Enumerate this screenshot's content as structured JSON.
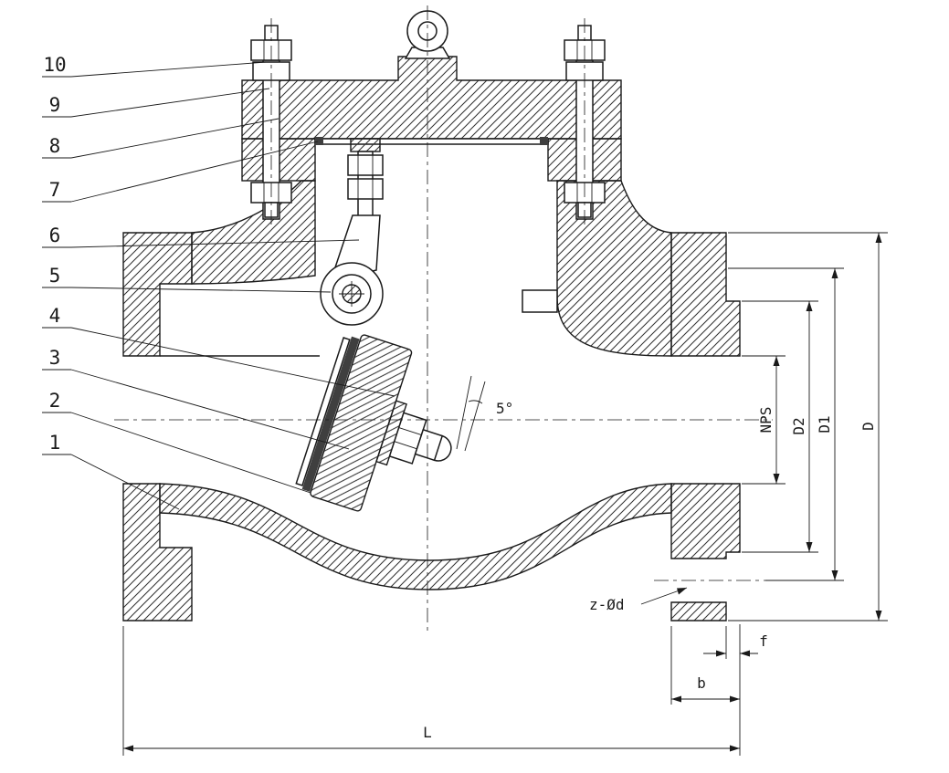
{
  "drawing": {
    "type": "engineering-section",
    "subject": "swing check valve cross-section",
    "callouts": [
      "10",
      "9",
      "8",
      "7",
      "6",
      "5",
      "4",
      "3",
      "2",
      "1"
    ],
    "dims": {
      "nps": "NPS",
      "d2": "D2",
      "d1": "D1",
      "d": "D",
      "l": "L",
      "b": "b",
      "f": "f"
    },
    "annotations": {
      "bolt_holes": "z-Ød",
      "disc_angle": "5°"
    },
    "colors": {
      "line": "#1a1a1a",
      "background": "#ffffff",
      "hatch": "#1a1a1a"
    }
  }
}
